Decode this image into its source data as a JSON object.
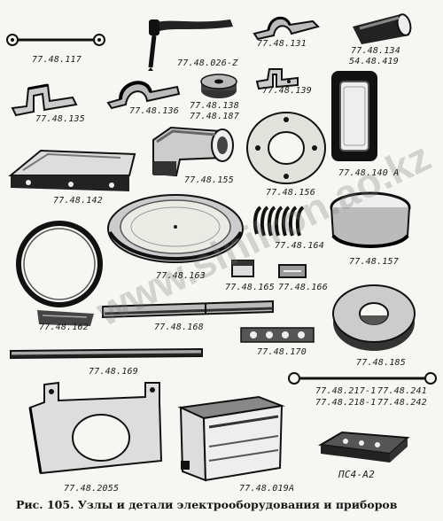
{
  "figure": {
    "caption": "Рис. 105. Узлы и детали электрооборудования и приборов",
    "watermark": "www.sinilron.ao.kz"
  },
  "labels": [
    {
      "id": "p117",
      "text": "77.48.117"
    },
    {
      "id": "p026",
      "text": "77.48.026-Z"
    },
    {
      "id": "p131",
      "text": "77.48.131"
    },
    {
      "id": "p134",
      "text": "77.48.134"
    },
    {
      "id": "p419",
      "text": "54.48.419"
    },
    {
      "id": "p135",
      "text": "77.48.135"
    },
    {
      "id": "p136",
      "text": "77.48.136"
    },
    {
      "id": "p138",
      "text": "77.48.138"
    },
    {
      "id": "p187",
      "text": "77.48.187"
    },
    {
      "id": "p139",
      "text": "77.48.139"
    },
    {
      "id": "p140",
      "text": "77.48.140 A"
    },
    {
      "id": "p142",
      "text": "77.48.142"
    },
    {
      "id": "p155",
      "text": "77.48.155"
    },
    {
      "id": "p156",
      "text": "77.48.156"
    },
    {
      "id": "p164",
      "text": "77.48.164"
    },
    {
      "id": "p157",
      "text": "77.48.157"
    },
    {
      "id": "p163",
      "text": "77.48.163"
    },
    {
      "id": "p165",
      "text": "77.48.165"
    },
    {
      "id": "p166",
      "text": "77.48.166"
    },
    {
      "id": "p162",
      "text": "77.48.162"
    },
    {
      "id": "p168",
      "text": "77.48.168"
    },
    {
      "id": "p170",
      "text": "77.48.170"
    },
    {
      "id": "p185",
      "text": "77.48.185"
    },
    {
      "id": "p169",
      "text": "77.48.169"
    },
    {
      "id": "p217",
      "text": "77.48.217-1"
    },
    {
      "id": "p241",
      "text": "77.48.241"
    },
    {
      "id": "p218",
      "text": "77.48.218-1"
    },
    {
      "id": "p242",
      "text": "77.48.242"
    },
    {
      "id": "p205",
      "text": "77.48.2055"
    },
    {
      "id": "p019",
      "text": "77.48.019A"
    },
    {
      "id": "pcn",
      "text": "ПС4-А2"
    }
  ]
}
